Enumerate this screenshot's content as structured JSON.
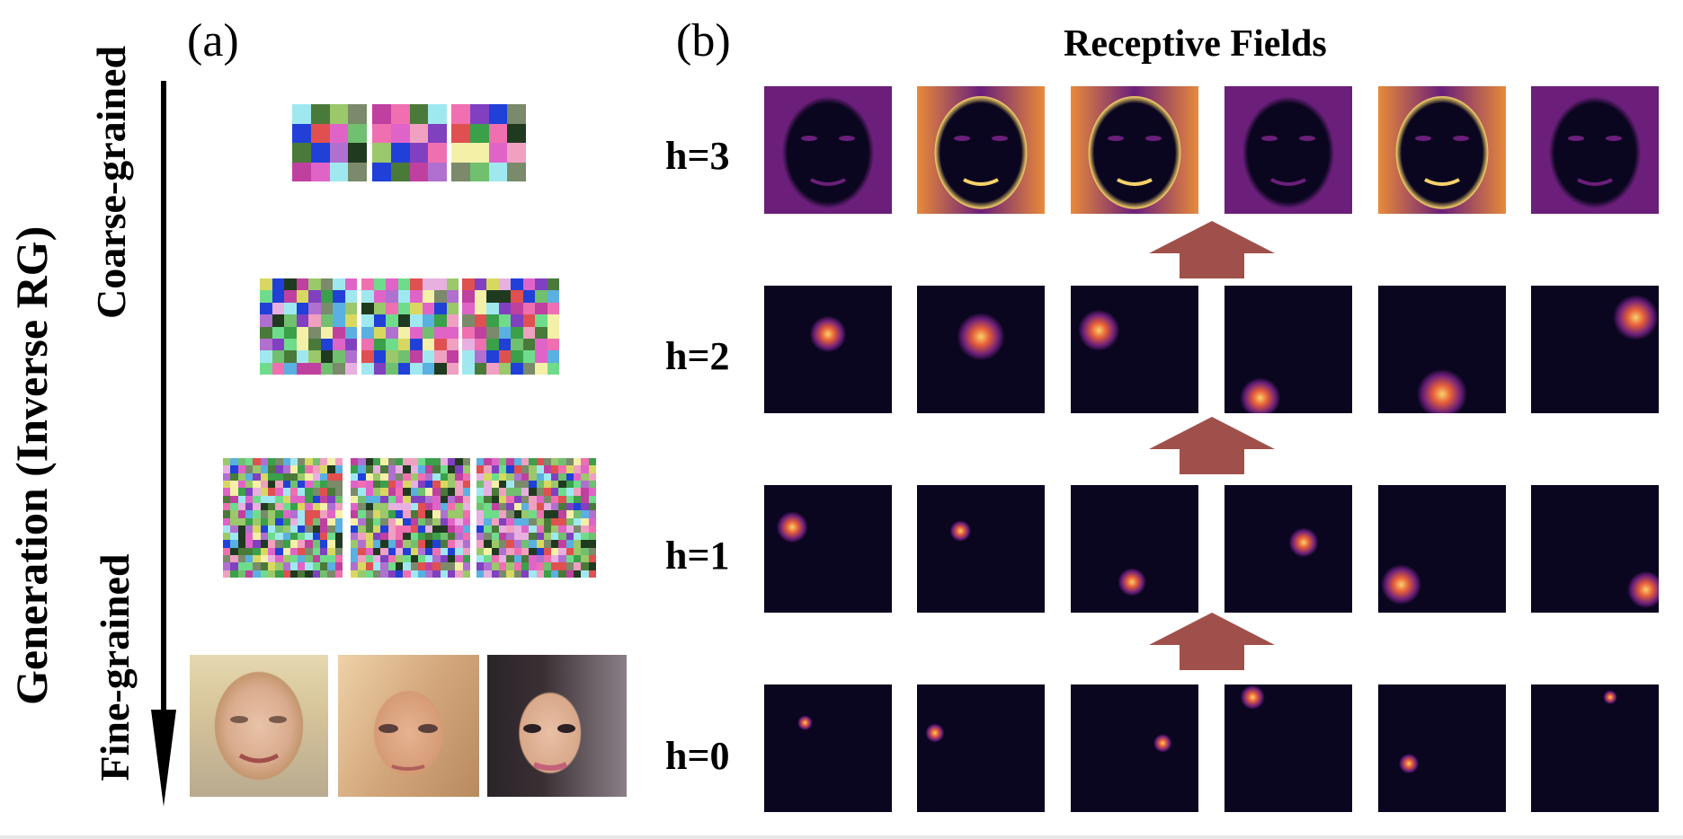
{
  "panel_a": {
    "label": "(a)",
    "axis_title": "Generation (Inverse RG)",
    "top_label": "Coarse-grained",
    "bottom_label": "Fine-grained"
  },
  "panel_b": {
    "label": "(b)",
    "title": "Receptive Fields",
    "rows": [
      {
        "label": "h=3"
      },
      {
        "label": "h=2"
      },
      {
        "label": "h=1"
      },
      {
        "label": "h=0"
      }
    ]
  },
  "colors": {
    "arrow": "#a0504a",
    "heat_dark": "#0b0620",
    "heat_mid": "#6b1f7a",
    "heat_bright": "#f7d26a"
  }
}
